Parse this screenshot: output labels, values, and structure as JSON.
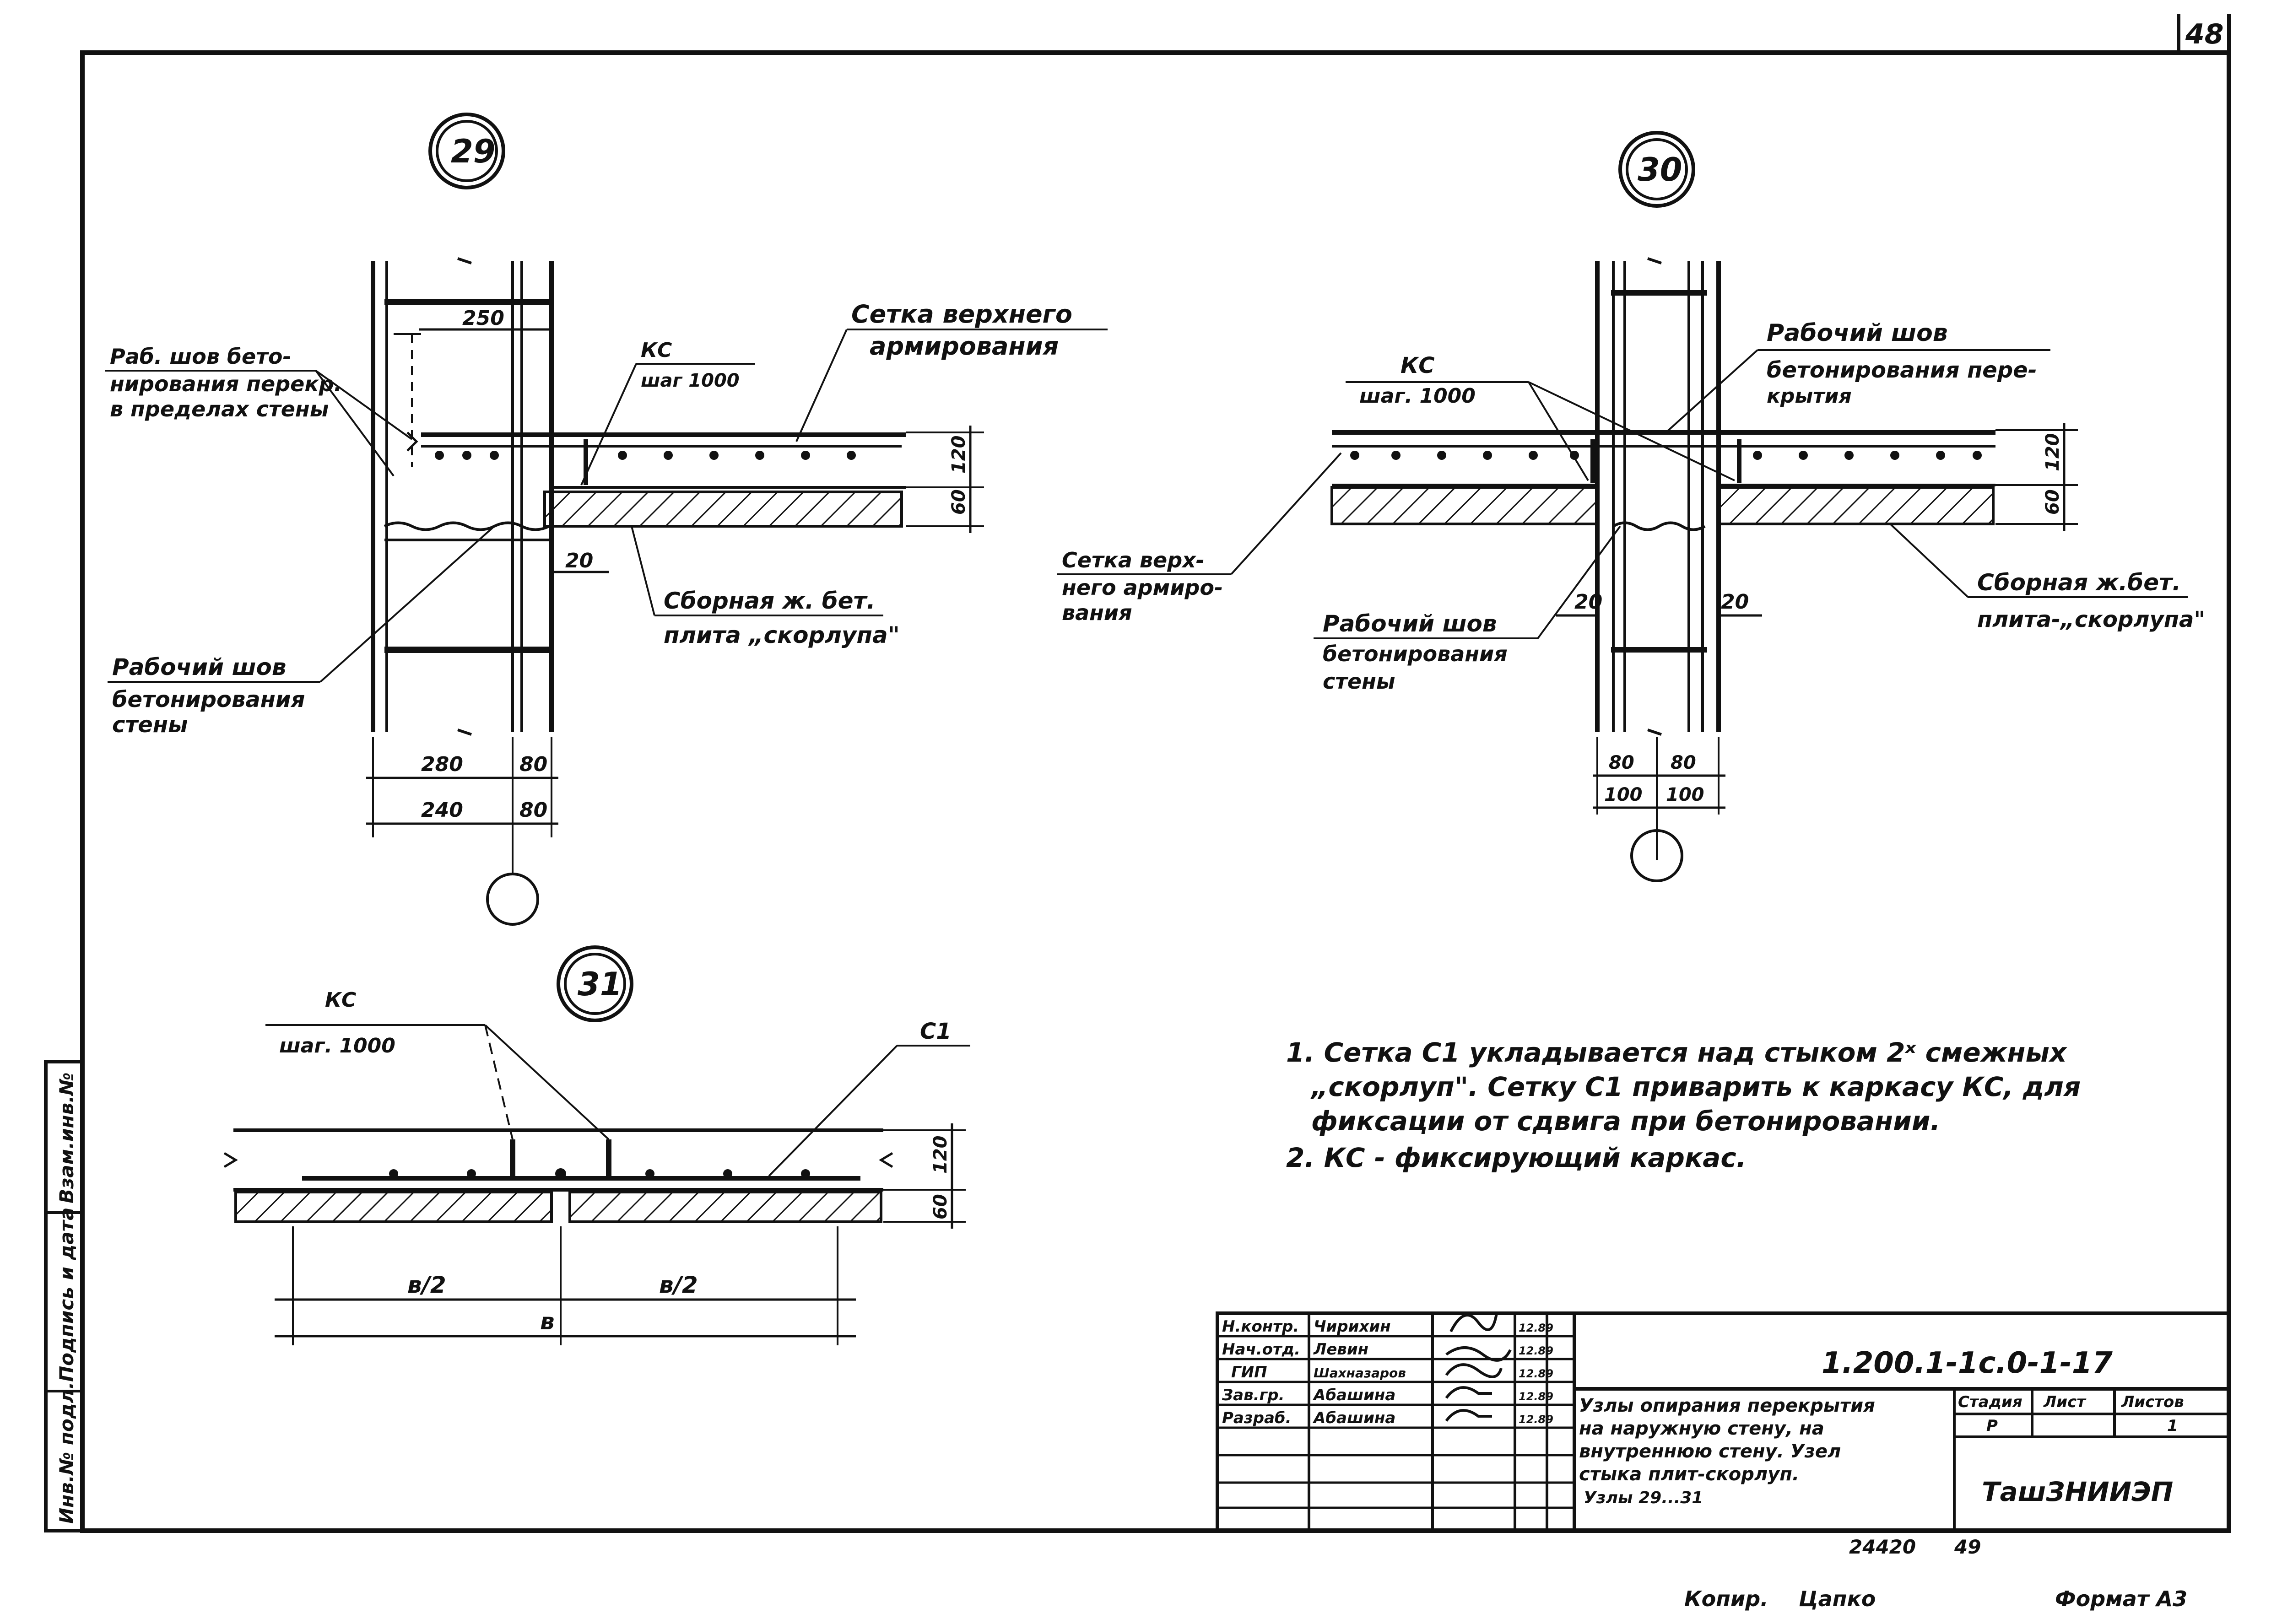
{
  "sheet": {
    "page_number": "48",
    "copier": "Копир.",
    "copier_name": "Цапко",
    "format": "Формат А3",
    "inventory": "24420",
    "inventory_suffix": "49"
  },
  "side_stamp": {
    "field1": "Инв.№ подл.",
    "field2": "Подпись и дата",
    "field3": "Взам.инв.№"
  },
  "node29": {
    "number": "29",
    "label_ks": "КС",
    "label_ks_step": "шаг 1000",
    "label_joint_line1": "Раб. шов бето-",
    "label_joint_line2": "нирования перекр.",
    "label_joint_line3": "в пределах стены",
    "label_mesh_line1": "Сетка верхнего",
    "label_mesh_line2": "армирования",
    "label_wall_joint_line1": "Рабочий шов",
    "label_wall_joint_line2": "бетонирования",
    "label_wall_joint_line3": "стены",
    "label_slab_line1": "Сборная ж. бет.",
    "label_slab_line2": "плита „скорлупа\"",
    "dim_250": "250",
    "dim_120": "120",
    "dim_60": "60",
    "dim_20": "20",
    "dim_280": "280",
    "dim_80": "80",
    "dim_240": "240",
    "dim_80b": "80"
  },
  "node30": {
    "number": "30",
    "label_ks": "КС",
    "label_ks_step": "шаг. 1000",
    "label_joint_line1": "Рабочий шов",
    "label_joint_line2": "бетонирования пере-",
    "label_joint_line3": "крытия",
    "label_mesh_line1": "Сетка верх-",
    "label_mesh_line2": "него армиро-",
    "label_mesh_line3": "вания",
    "label_wall_joint_line1": "Рабочий шов",
    "label_wall_joint_line2": "бетонирования",
    "label_wall_joint_line3": "стены",
    "label_slab_line1": "Сборная ж.бет.",
    "label_slab_line2": "плита-„скорлупа\"",
    "dim_120": "120",
    "dim_60": "60",
    "dim_20a": "20",
    "dim_20b": "20",
    "dim_80a": "80",
    "dim_80b": "80",
    "dim_100a": "100",
    "dim_100b": "100"
  },
  "node31": {
    "number": "31",
    "label_ks": "КС",
    "label_ks_step": "шаг. 1000",
    "label_c1": "С1",
    "dim_120": "120",
    "dim_60": "60",
    "dim_b2a": "в/2",
    "dim_b2b": "в/2",
    "dim_b": "в"
  },
  "notes": [
    "1. Сетка С1 укладывается над стыком 2ˣ смежных",
    "„скорлуп\". Сетку С1 приварить к каркасу КС, для",
    "фиксации от сдвига при бетонировании.",
    "2. КС - фиксирующий каркас."
  ],
  "title_block": {
    "code": "1.200.1-1с.0-1-17",
    "rows": [
      {
        "role": "Н.контр.",
        "name": "Чирихин",
        "date": "12.89"
      },
      {
        "role": "Нач.отд.",
        "name": "Левин",
        "date": "12.89"
      },
      {
        "role": "ГИП",
        "name": "Шахназаров",
        "date": "12.89"
      },
      {
        "role": "Зав.гр.",
        "name": "Абашина",
        "date": "12.89"
      },
      {
        "role": "Разраб.",
        "name": "Абашина",
        "date": "12.89"
      }
    ],
    "description": [
      "Узлы опирания перекрытия",
      "на наружную стену, на",
      "внутреннюю стену. Узел",
      "стыка плит-скорлуп.",
      "Узлы 29...31"
    ],
    "stage_header": "Стадия",
    "sheet_header": "Лист",
    "sheets_header": "Листов",
    "stage_value": "Р",
    "sheets_value": "1",
    "org": "ТашЗНИИЭП"
  }
}
